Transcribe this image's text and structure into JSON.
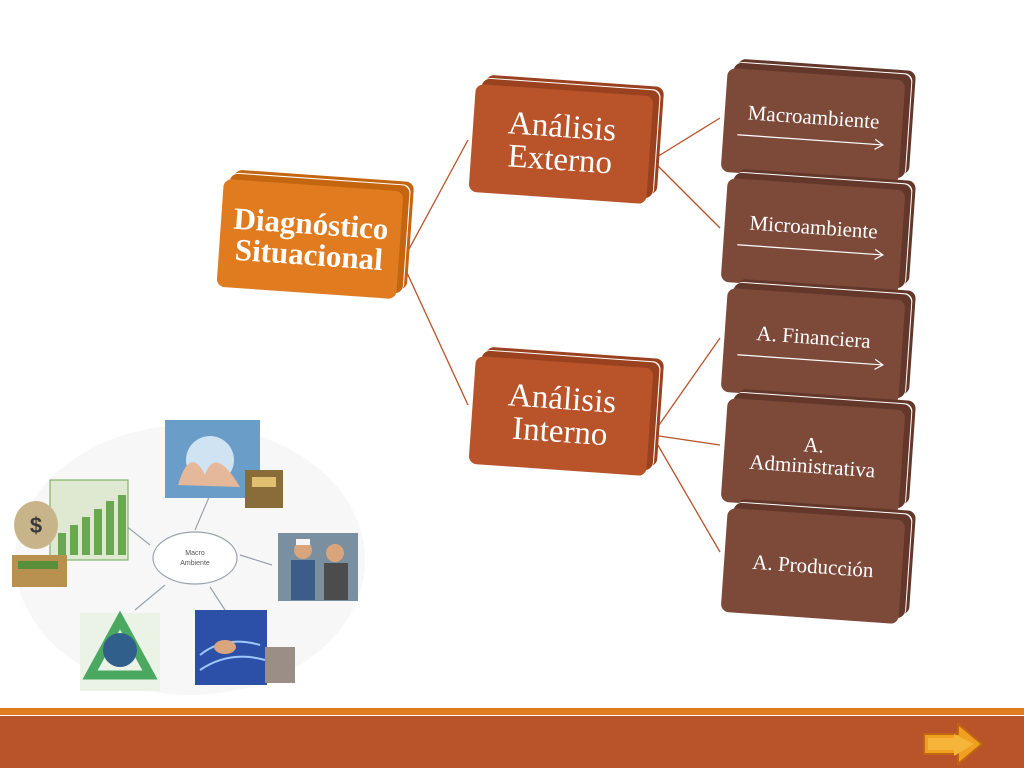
{
  "diagram": {
    "root": {
      "label": "Diagnóstico Situacional"
    },
    "branches": [
      {
        "label": "Análisis Externo",
        "children": [
          {
            "label": "Macroambiente"
          },
          {
            "label": "Microambiente"
          }
        ]
      },
      {
        "label": "Análisis Interno",
        "children": [
          {
            "label": "A. Financiera"
          },
          {
            "label": "A. Administrativa"
          },
          {
            "label": "A. Producción"
          }
        ]
      }
    ]
  },
  "illustration": {
    "center_label_line1": "Macro",
    "center_label_line2": "Ambiente",
    "money_symbol": "$"
  },
  "footer": {
    "next_icon": "arrow-right-icon"
  },
  "colors": {
    "root": "#e07b1f",
    "branch": "#b8532a",
    "leaf": "#7d4a3a",
    "footer": "#b8532a",
    "footer_accent": "#e07b1f"
  }
}
